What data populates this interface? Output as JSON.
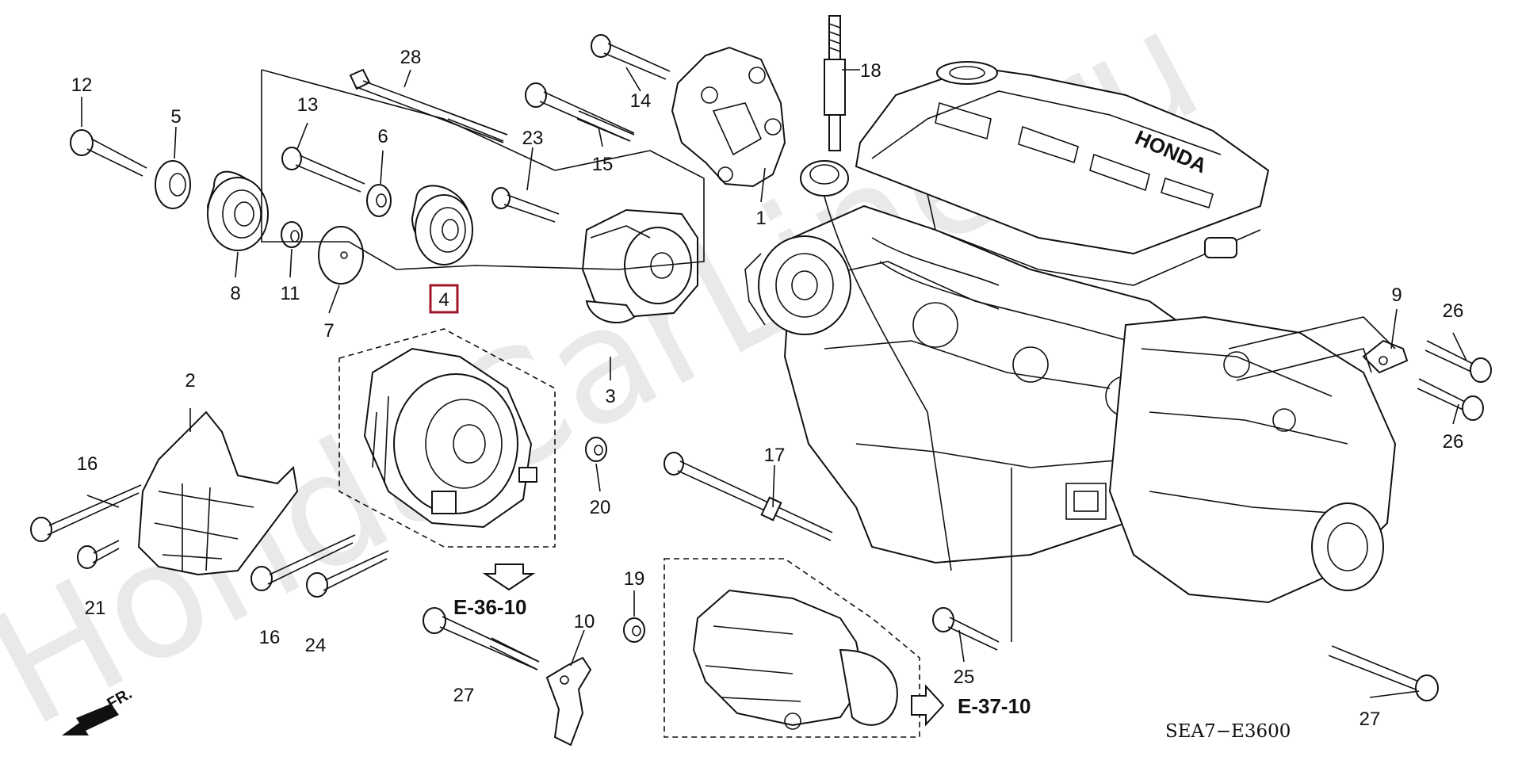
{
  "watermark": "HondaCarLine.ru",
  "diagram_code": "SEA7−E3600",
  "direction_label": "FR.",
  "engine_brand": "HONDA",
  "references": [
    {
      "id": "ref-e36",
      "label": "E-36-10"
    },
    {
      "id": "ref-e37",
      "label": "E-37-10"
    }
  ],
  "highlight_color": "#a0142c",
  "callouts": {
    "c1": "1",
    "c2": "2",
    "c3": "3",
    "c4": "4",
    "c5": "5",
    "c6": "6",
    "c7": "7",
    "c8": "8",
    "c9": "9",
    "c10": "10",
    "c11": "11",
    "c12": "12",
    "c13": "13",
    "c14": "14",
    "c15": "15",
    "c16a": "16",
    "c16b": "16",
    "c17": "17",
    "c18": "18",
    "c19": "19",
    "c20": "20",
    "c21": "21",
    "c23": "23",
    "c24": "24",
    "c25": "25",
    "c26a": "26",
    "c26b": "26",
    "c27a": "27",
    "c27b": "27",
    "c28": "28"
  }
}
